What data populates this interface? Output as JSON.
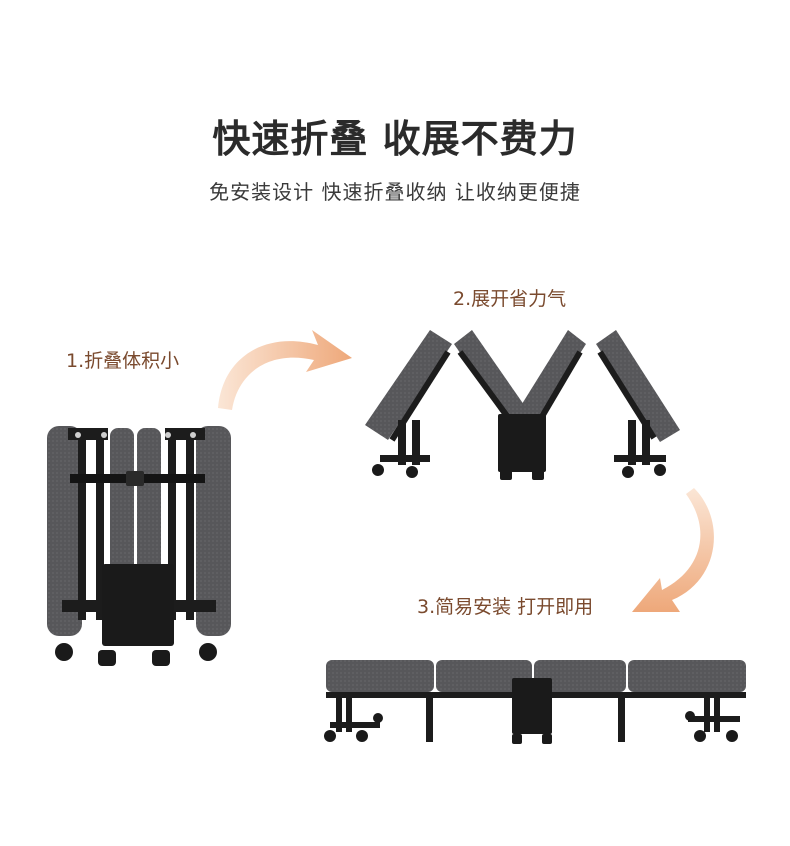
{
  "header": {
    "title": "快速折叠 收展不费力",
    "subtitle": "免安装设计 快速折叠收纳 让收纳更便捷"
  },
  "steps": [
    {
      "label": "1.折叠体积小"
    },
    {
      "label": "2.展开省力气"
    },
    {
      "label": "3.简易安装 打开即用"
    }
  ],
  "colors": {
    "accent_text": "#7a4a2e",
    "arrow": "#f0b48a",
    "cushion": "#5a5a5c",
    "frame": "#1c1c1c"
  }
}
